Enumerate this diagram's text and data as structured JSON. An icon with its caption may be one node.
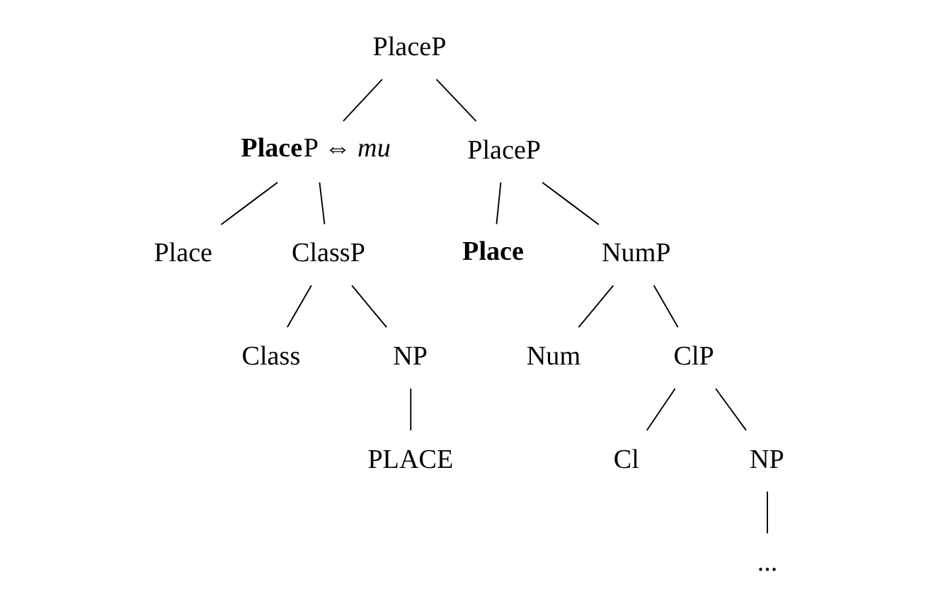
{
  "diagram": {
    "nodes": [
      {
        "text": [
          "PlaceP"
        ]
      },
      {
        "text": [
          "**Place**P ⇔ *mu*"
        ]
      },
      {
        "text": [
          "PlaceP"
        ]
      },
      {
        "text": [
          "Place"
        ]
      },
      {
        "text": [
          "ClassP"
        ]
      },
      {
        "text": [
          "Class"
        ]
      },
      {
        "text": [
          "NP"
        ]
      },
      {
        "text": [
          "PLACE"
        ]
      },
      {
        "text": [
          "Place"
        ]
      },
      {
        "text": [
          "NumP"
        ]
      },
      {
        "text": [
          "Num"
        ]
      },
      {
        "text": [
          "ClP"
        ]
      },
      {
        "text": [
          "Cl"
        ]
      },
      {
        "text": [
          "NP"
        ]
      },
      {
        "text": [
          "..."
        ]
      }
    ],
    "edges": [
      {
        "from": 0,
        "to": 1,
        "arrow": "none"
      },
      {
        "from": 0,
        "to": 2,
        "arrow": "none"
      },
      {
        "from": 1,
        "to": 3,
        "arrow": "none"
      },
      {
        "from": 1,
        "to": 4,
        "arrow": "none"
      },
      {
        "from": 4,
        "to": 5,
        "arrow": "none"
      },
      {
        "from": 4,
        "to": 6,
        "arrow": "none"
      },
      {
        "from": 6,
        "to": 7,
        "arrow": "none"
      },
      {
        "from": 2,
        "to": 8,
        "arrow": "none"
      },
      {
        "from": 2,
        "to": 9,
        "arrow": "none"
      },
      {
        "from": 9,
        "to": 10,
        "arrow": "none"
      },
      {
        "from": 9,
        "to": 11,
        "arrow": "none"
      },
      {
        "from": 11,
        "to": 12,
        "arrow": "none"
      },
      {
        "from": 11,
        "to": 13,
        "arrow": "none"
      },
      {
        "from": 13,
        "to": 14,
        "arrow": "none"
      }
    ]
  }
}
